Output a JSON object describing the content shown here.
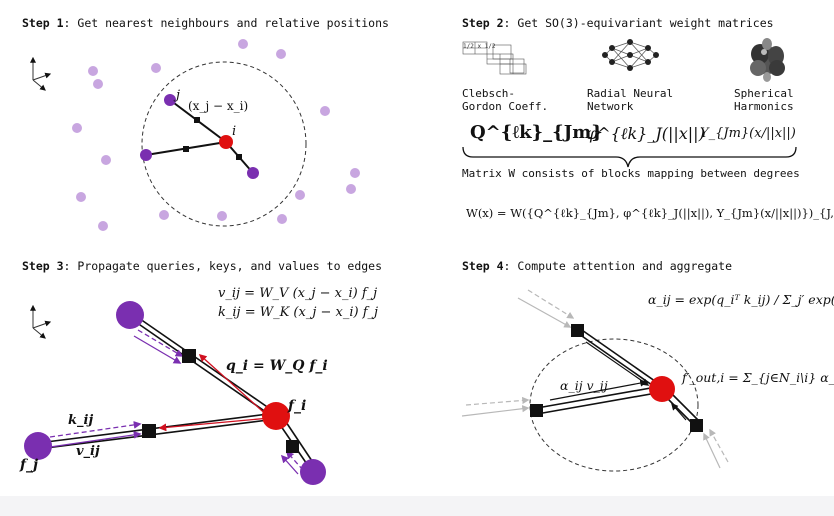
{
  "step1": {
    "prefix": "Step 1",
    "text": ": Get nearest neighbours and relative positions",
    "label_j": "j",
    "label_i": "i",
    "label_rel": "(x_j − x_i)"
  },
  "step2": {
    "prefix": "Step 2",
    "text": ": Get SO(3)-equivariant weight matrices",
    "cg_label_1": "Clebsch-",
    "cg_label_2": "Gordon Coeff.",
    "rnn_label_1": "Radial Neural",
    "rnn_label_2": "Network",
    "sh_label_1": "Spherical",
    "sh_label_2": "Harmonics",
    "cg_table_header": "1/2 x 1/2",
    "formula_Q": "Q^{ℓk}_{Jm}",
    "formula_phi": "φ^{ℓk}_J(||x||)",
    "formula_Y": "Y_{Jm}(x/||x||)",
    "caption": "Matrix W consists of blocks mapping between degrees",
    "formula_W": "W(x) = W({Q^{ℓk}_{Jm}, φ^{ℓk}_J(||x||), Y_{Jm}(x/||x||)})_{J,m,ℓ,k}"
  },
  "step3": {
    "prefix": "Step 3",
    "text": ": Propagate queries, keys, and values to edges",
    "eq_v": "v_ij = W_V (x_j − x_i) f_j",
    "eq_k": "k_ij = W_K (x_j − x_i) f_j",
    "eq_q": "q_i = W_Q f_i",
    "label_fi": "f_i",
    "label_fj": "f_j",
    "label_kij": "k_ij",
    "label_vij": "v_ij"
  },
  "step4": {
    "prefix": "Step 4",
    "text": ": Compute attention and aggregate",
    "eq_alpha": "α_ij = exp(q_iᵀ k_ij) / Σ_j′ exp(q_iᵀ k_ij′)",
    "eq_fout": "f′_out,i = Σ_{j∈N_i\\i} α_ij v_ij",
    "label_av": "α_ij v_ij"
  },
  "colors": {
    "node_purple": "#7a2fb0",
    "node_faint": "#c8a6e0",
    "node_red": "#e01010",
    "arrow_purple": "#7a2fb0",
    "arrow_red": "#d01020",
    "arrow_grey": "#b8b8b8"
  }
}
